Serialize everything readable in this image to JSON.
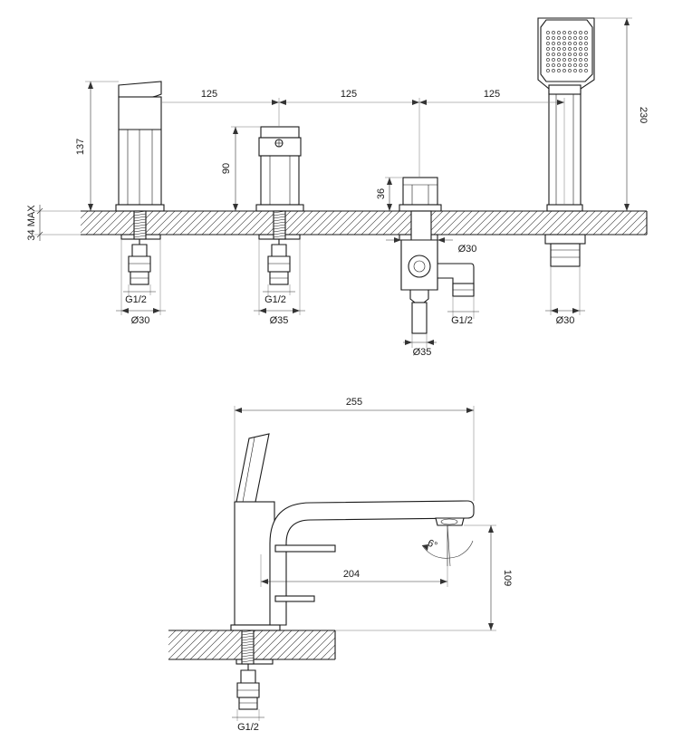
{
  "dimensions": {
    "spacing_1": "125",
    "spacing_2": "125",
    "spacing_3": "125",
    "spout_height": "137",
    "valve_height": "90",
    "diverter_height": "36",
    "hand_shower_height": "230",
    "deck_thickness": "34 MAX",
    "spout_thread": "G1/2",
    "valve_thread": "G1/2",
    "diverter_thread": "G1/2",
    "spout_diameter": "Ø30",
    "valve_diameter": "Ø35",
    "diverter_top_diameter": "Ø30",
    "diverter_body_diameter": "Ø35",
    "hand_shower_diameter": "Ø30",
    "side_total_length": "255",
    "side_reach": "204",
    "side_outlet_height": "109",
    "side_angle": "6°",
    "side_thread": "G1/2"
  }
}
